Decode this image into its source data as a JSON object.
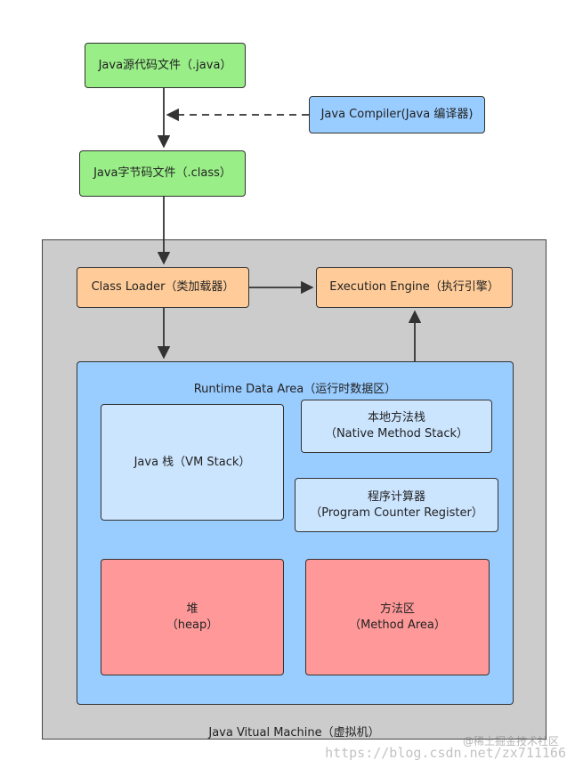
{
  "nodes": {
    "java_source": "Java源代码文件（.java）",
    "compiler": "Java Compiler(Java 编译器)",
    "bytecode": "Java字节码文件（.class）",
    "class_loader": "Class Loader（类加载器）",
    "execution_engine": "Execution Engine（执行引擎）",
    "runtime_data_area": "Runtime Data Area（运行时数据区）",
    "vm_stack": "Java 栈（VM Stack）",
    "native_stack_line1": "本地方法栈",
    "native_stack_line2": "（Native Method Stack）",
    "pc_register_line1": "程序计算器",
    "pc_register_line2": "（Program Counter Register）",
    "heap_line1": "堆",
    "heap_line2": "（heap）",
    "method_area_line1": "方法区",
    "method_area_line2": "（Method Area）",
    "jvm": "Java Vitual Machine（虚拟机）"
  },
  "watermark": {
    "community": "@稀土掘金技术社区",
    "url": "https://blog.csdn.net/zx711166"
  },
  "colors": {
    "source_files": "#99ee88",
    "compiler": "#99ccff",
    "loader_engine": "#ffcc99",
    "jvm": "#cccccc",
    "runtime_area": "#99ccff",
    "stacks": "#cce5ff",
    "heap_method": "#ff9999"
  }
}
